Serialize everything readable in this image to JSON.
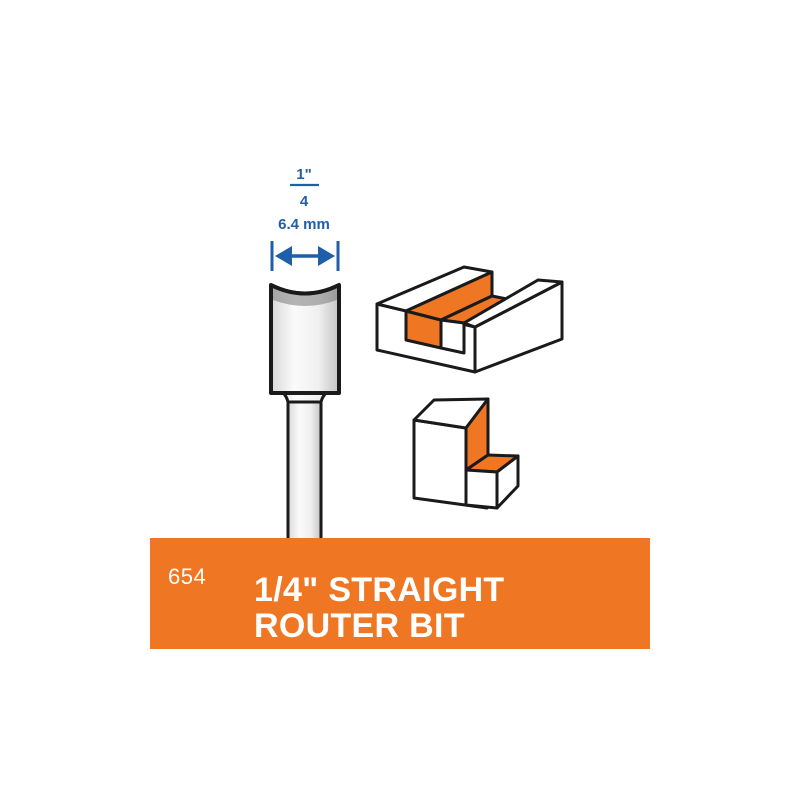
{
  "dimension": {
    "fraction_numerator": "1\"",
    "fraction_denominator": "4",
    "metric": "6.4 mm"
  },
  "banner": {
    "product_code": "654",
    "title_line_1": "1/4\" STRAIGHT",
    "title_line_2": "ROUTER BIT"
  },
  "colors": {
    "accent_orange": "#ef7724",
    "dimension_blue": "#1f5fa8",
    "outline": "#1a1a1a",
    "metal_light": "#f2f2f2",
    "metal_mid": "#c8c8c8"
  },
  "icons": {
    "router_bit": "router-bit-icon",
    "groove_cut": "groove-cut-icon",
    "rabbet_cut": "rabbet-cut-icon",
    "dimension_arrow": "double-arrow-icon"
  }
}
